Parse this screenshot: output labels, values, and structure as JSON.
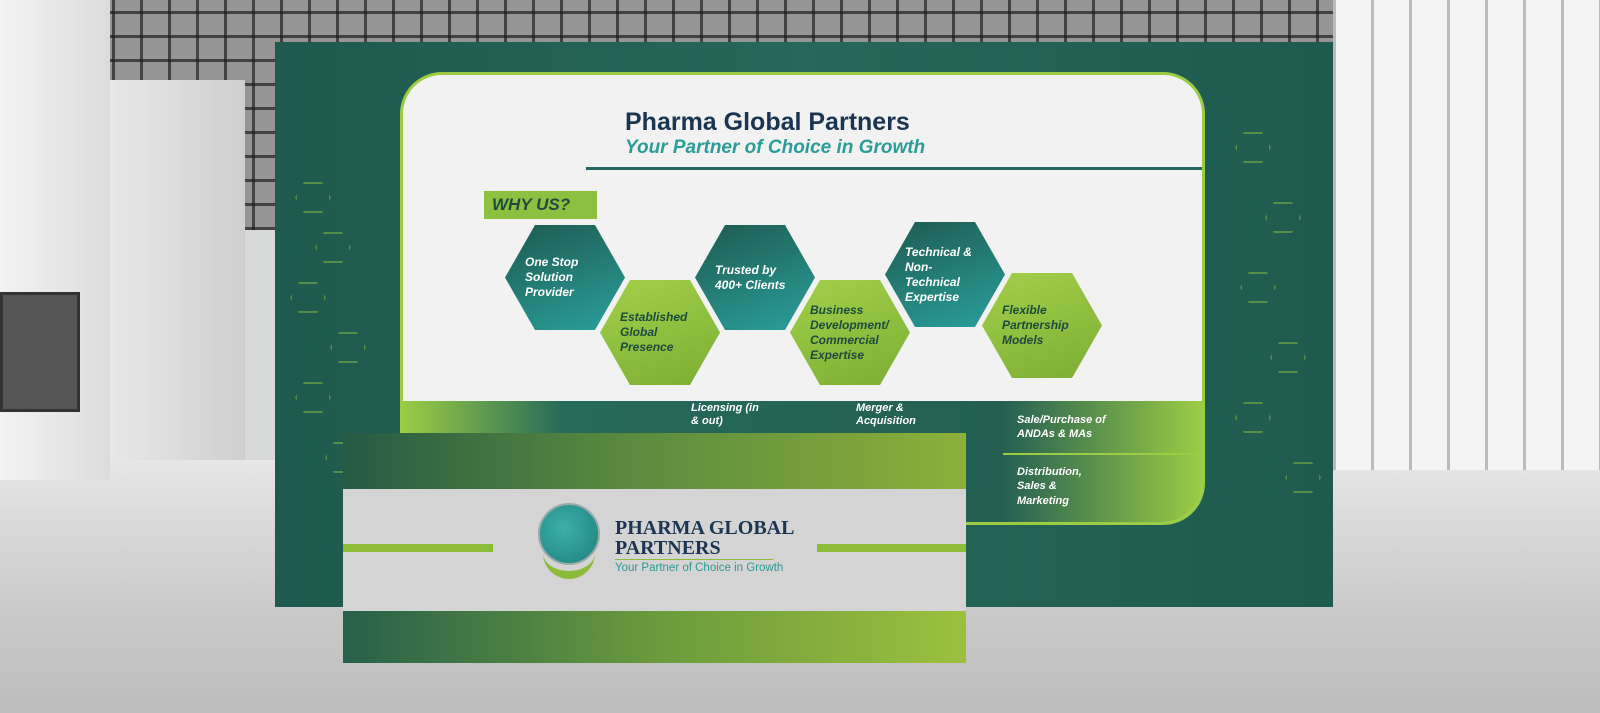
{
  "backdrop": {
    "title": "Pharma Global Partners",
    "subtitle": "Your Partner of Choice in Growth",
    "badge": "WHY US?",
    "hexagons": [
      "One Stop Solution Provider",
      "Established Global Presence",
      "Trusted by 400+ Clients",
      "Business Development/ Commercial Expertise",
      "Technical & Non-Technical Expertise",
      "Flexible Partnership Models"
    ],
    "services": [
      "Licensing (in & out)",
      "Merger & Acquisition",
      "Sale/Purchase of ANDAs & MAs",
      "Distribution, Sales & Marketing"
    ]
  },
  "desk": {
    "logo_line1": "PHARMA GLOBAL",
    "logo_line2": "PARTNERS",
    "logo_tagline": "Your Partner of Choice in Growth"
  },
  "colors": {
    "brand_green": "#8cc040",
    "brand_teal": "#1f5a4f",
    "navy": "#1a3552"
  }
}
